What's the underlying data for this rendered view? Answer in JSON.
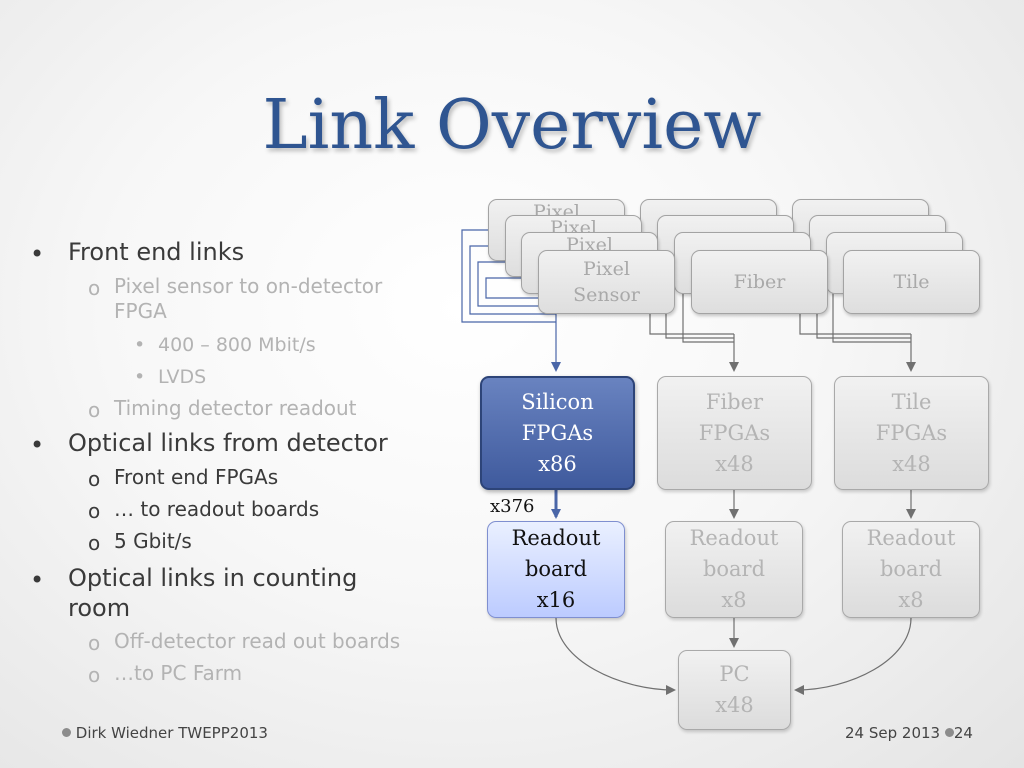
{
  "slide": {
    "title": "Link Overview",
    "bullets": {
      "b1": "Front end links",
      "b1_1": "Pixel sensor to on-detector",
      "b1_1_cont": "FPGA",
      "b1_1_1": "400 – 800 Mbit/s",
      "b1_1_2": "LVDS",
      "b1_2": "Timing detector readout",
      "b2": "Optical links from detector",
      "b2_1": "Front end FPGAs",
      "b2_2": "… to readout boards",
      "b2_3": "5 Gbit/s",
      "b3": "Optical links in counting",
      "b3_cont": "room",
      "b3_1": "Off-detector read out boards",
      "b3_2": "…to PC Farm"
    },
    "markers": {
      "l1": "•",
      "l2": "o",
      "l3": "•"
    },
    "footer": {
      "author": "Dirk Wiedner TWEPP2013",
      "date": "24 Sep 2013",
      "page": "24"
    }
  },
  "diagram": {
    "sensors": {
      "pixel_stack": "Pixel",
      "pixel_front_1": "Pixel",
      "pixel_front_2": "Sensor",
      "fiber_front": "Fiber",
      "tile_front": "Tile"
    },
    "fpgas": {
      "silicon": [
        "Silicon",
        "FPGAs",
        "x86"
      ],
      "fiber": [
        "Fiber",
        "FPGAs",
        "x48"
      ],
      "tile": [
        "Tile",
        "FPGAs",
        "x48"
      ]
    },
    "link_count": "x376",
    "readout": {
      "silicon": [
        "Readout",
        "board",
        "x16"
      ],
      "fiber": [
        "Readout",
        "board",
        "x8"
      ],
      "tile": [
        "Readout",
        "board",
        "x8"
      ]
    },
    "pc": [
      "PC",
      "x48"
    ],
    "colors": {
      "accent_blue": "#4a66a8",
      "grey_arrow": "#707070",
      "title": "#2f5591"
    }
  }
}
